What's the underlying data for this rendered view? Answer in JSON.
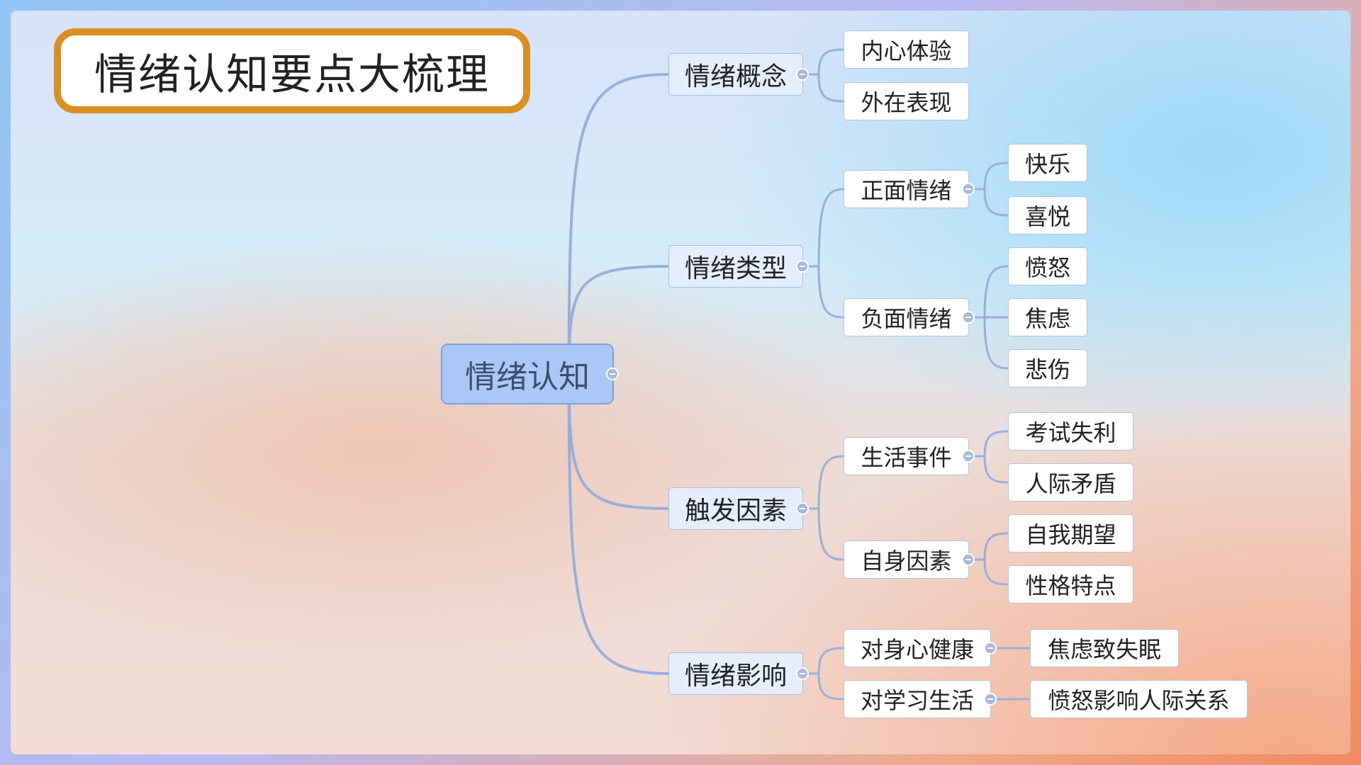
{
  "title": "情绪认知要点大梳理",
  "root": {
    "label": "情绪认知",
    "children": [
      {
        "label": "情绪概念",
        "children": [
          {
            "label": "内心体验",
            "children": []
          },
          {
            "label": "外在表现",
            "children": []
          }
        ]
      },
      {
        "label": "情绪类型",
        "children": [
          {
            "label": "正面情绪",
            "children": [
              {
                "label": "快乐"
              },
              {
                "label": "喜悦"
              }
            ]
          },
          {
            "label": "负面情绪",
            "children": [
              {
                "label": "愤怒"
              },
              {
                "label": "焦虑"
              },
              {
                "label": "悲伤"
              }
            ]
          }
        ]
      },
      {
        "label": "触发因素",
        "children": [
          {
            "label": "生活事件",
            "children": [
              {
                "label": "考试失利"
              },
              {
                "label": "人际矛盾"
              }
            ]
          },
          {
            "label": "自身因素",
            "children": [
              {
                "label": "自我期望"
              },
              {
                "label": "性格特点"
              }
            ]
          }
        ]
      },
      {
        "label": "情绪影响",
        "children": [
          {
            "label": "对身心健康",
            "children": [
              {
                "label": "焦虑致失眠"
              }
            ]
          },
          {
            "label": "对学习生活",
            "children": [
              {
                "label": "愤怒影响人际关系"
              }
            ]
          }
        ]
      }
    ]
  },
  "colors": {
    "link": "#98aedb",
    "title_border": "#d98f22",
    "root_fill": "#a9c8f7"
  }
}
